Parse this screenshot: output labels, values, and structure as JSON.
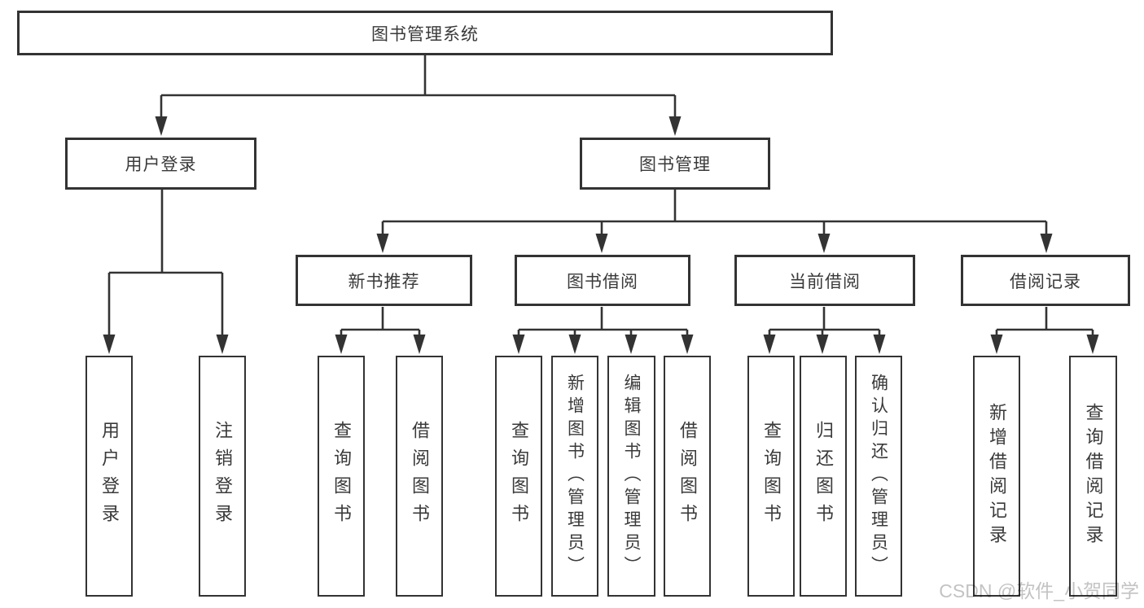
{
  "diagram": {
    "type": "tree",
    "root": {
      "label": "图书管理系统",
      "children": [
        {
          "label": "用户登录",
          "children": [
            {
              "label": "用户登录"
            },
            {
              "label": "注销登录"
            }
          ]
        },
        {
          "label": "图书管理",
          "children": [
            {
              "label": "新书推荐",
              "children": [
                {
                  "label": "查询图书"
                },
                {
                  "label": "借阅图书"
                }
              ]
            },
            {
              "label": "图书借阅",
              "children": [
                {
                  "label": "查询图书"
                },
                {
                  "label": "新增图书（管理员）"
                },
                {
                  "label": "编辑图书（管理员）"
                },
                {
                  "label": "借阅图书"
                }
              ]
            },
            {
              "label": "当前借阅",
              "children": [
                {
                  "label": "查询图书"
                },
                {
                  "label": "归还图书"
                },
                {
                  "label": "确认归还（管理员）"
                }
              ]
            },
            {
              "label": "借阅记录",
              "children": [
                {
                  "label": "新增借阅记录"
                },
                {
                  "label": "查询借阅记录"
                }
              ]
            }
          ]
        }
      ]
    }
  },
  "watermark": {
    "text": "CSDN @软件_小贺同学",
    "color": "#c3c3c3"
  },
  "colors": {
    "line": "#333333",
    "box_border": "#333333",
    "box_background": "#ffffff",
    "text": "#3a3a3a",
    "page_background": "#ffffff"
  }
}
